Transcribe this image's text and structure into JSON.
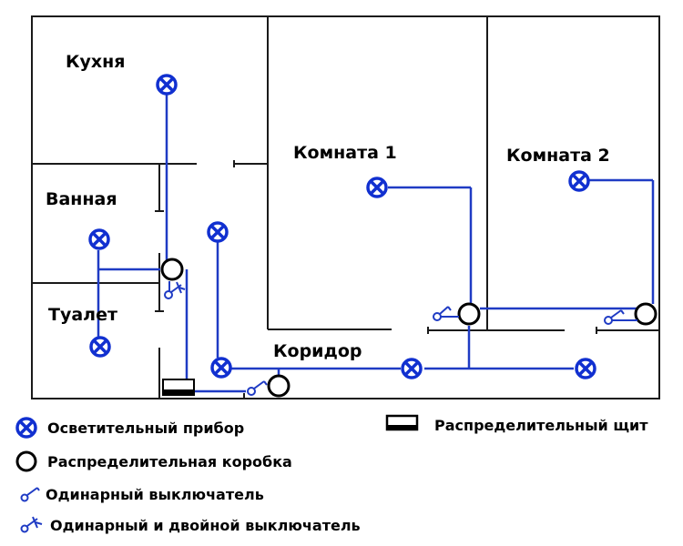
{
  "title": "Схема электропроводки квартиры",
  "rooms": [
    {
      "id": "kitchen",
      "label": "Кухня"
    },
    {
      "id": "bathroom",
      "label": "Ванная"
    },
    {
      "id": "toilet",
      "label": "Туалет"
    },
    {
      "id": "room1",
      "label": "Комната 1"
    },
    {
      "id": "room2",
      "label": "Комната 2"
    },
    {
      "id": "corridor",
      "label": "Коридор"
    }
  ],
  "legend": {
    "lamp": "Осветительный прибор",
    "junction_box": "Распределительная коробка",
    "single_switch": "Одинарный выключатель",
    "single_double_switch": "Одинарный и двойной выключатель",
    "distribution_panel": "Распределительный щит"
  },
  "colors": {
    "wiring": "#1f3bc4",
    "walls": "#1a1a1a",
    "junction_box": "#000000"
  }
}
